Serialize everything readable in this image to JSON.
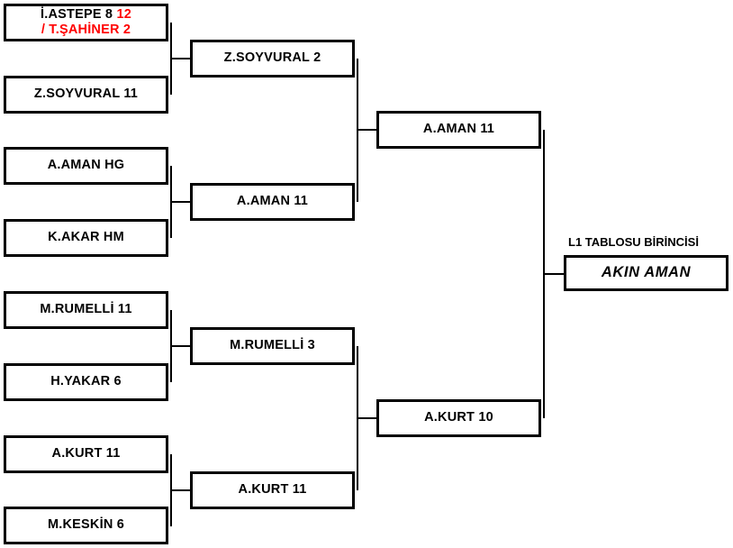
{
  "bracket": {
    "title_label": "L1 TABLOSU BİRİNCİSİ",
    "winner_name": "AKIN AMAN",
    "accent_color": "#ff0000",
    "line_color": "#000000",
    "round1": [
      {
        "line1": "İ.ASTEPE 8",
        "line1_score": "12",
        "line2": "/ T.ŞAHİNER  2"
      },
      {
        "line1": "Z.SOYVURAL  11"
      },
      {
        "line1": "A.AMAN  HG"
      },
      {
        "line1": "K.AKAR  HM"
      },
      {
        "line1": "M.RUMELLİ  11"
      },
      {
        "line1": "H.YAKAR  6"
      },
      {
        "line1": "A.KURT  11"
      },
      {
        "line1": "M.KESKİN  6"
      }
    ],
    "round2": [
      {
        "label": "Z.SOYVURAL  2"
      },
      {
        "label": "A.AMAN  11"
      },
      {
        "label": "M.RUMELLİ  3"
      },
      {
        "label": "A.KURT  11"
      }
    ],
    "round3": [
      {
        "label": "A.AMAN  11"
      },
      {
        "label": "A.KURT  10"
      }
    ]
  }
}
